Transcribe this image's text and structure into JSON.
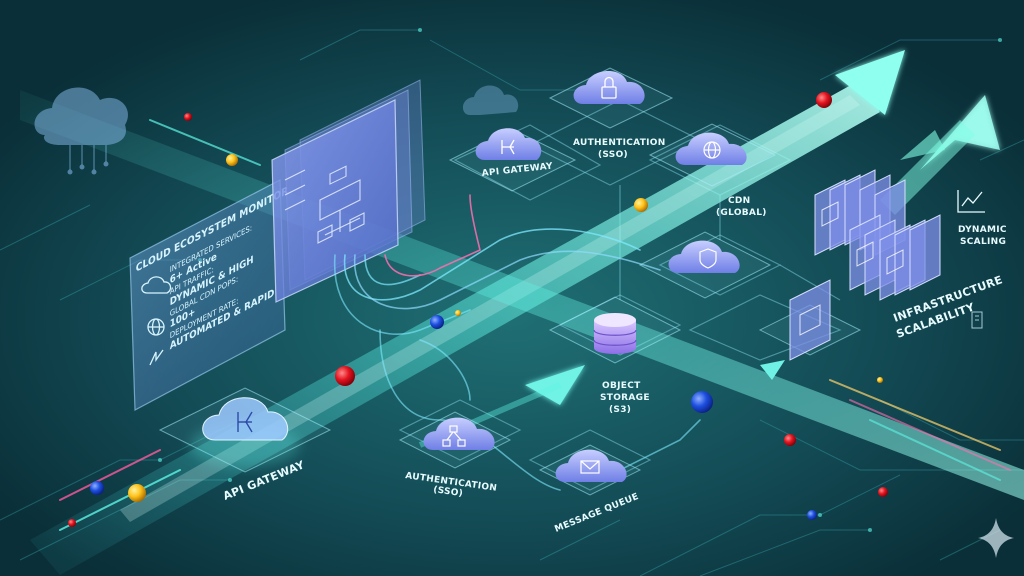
{
  "monitor": {
    "title": "CLOUD ECOSYSTEM MONITOR",
    "rows": [
      {
        "label": "INTEGRATED SERVICES:",
        "value": "6+ Active",
        "icon": "cloud-network-icon"
      },
      {
        "label": "API TRAFFIC:",
        "value": "DYNAMIC & HIGH",
        "icon": "cloud-network-icon"
      },
      {
        "label": "GLOBAL CDN POPS:",
        "value": "100+",
        "icon": "globe-icon"
      },
      {
        "label": "DEPLOYMENT RATE:",
        "value": "AUTOMATED & RAPID",
        "icon": "lightning-icon"
      }
    ]
  },
  "services": {
    "api_gateway_top": "API GATEWAY",
    "auth_top_line1": "AUTHENTICATION",
    "auth_top_line2": "(SSO)",
    "cdn_line1": "CDN",
    "cdn_line2": "(GLOBAL)",
    "storage_line1": "OBJECT",
    "storage_line2": "STORAGE",
    "storage_line3": "(S3)",
    "api_gateway_bottom": "API GATEWAY",
    "auth_bottom_line1": "AUTHENTICATION",
    "auth_bottom_line2": "(SSO)",
    "message_queue": "MESSAGE QUEUE"
  },
  "scaling": {
    "dynamic_line1": "DYNAMIC",
    "dynamic_line2": "SCALING",
    "infra_line1": "INFRASTRUCTURE",
    "infra_line2": "SCALABILITY"
  },
  "colors": {
    "background": "#0d3a43",
    "beam": "#5ff5e6",
    "glow_line": "#7fe9ff",
    "pink_line": "#ff6fb0",
    "cloud": "#a8b6ff",
    "node_red": "#e3131f",
    "node_yellow": "#ffc21a",
    "node_blue": "#1d4fe0"
  }
}
